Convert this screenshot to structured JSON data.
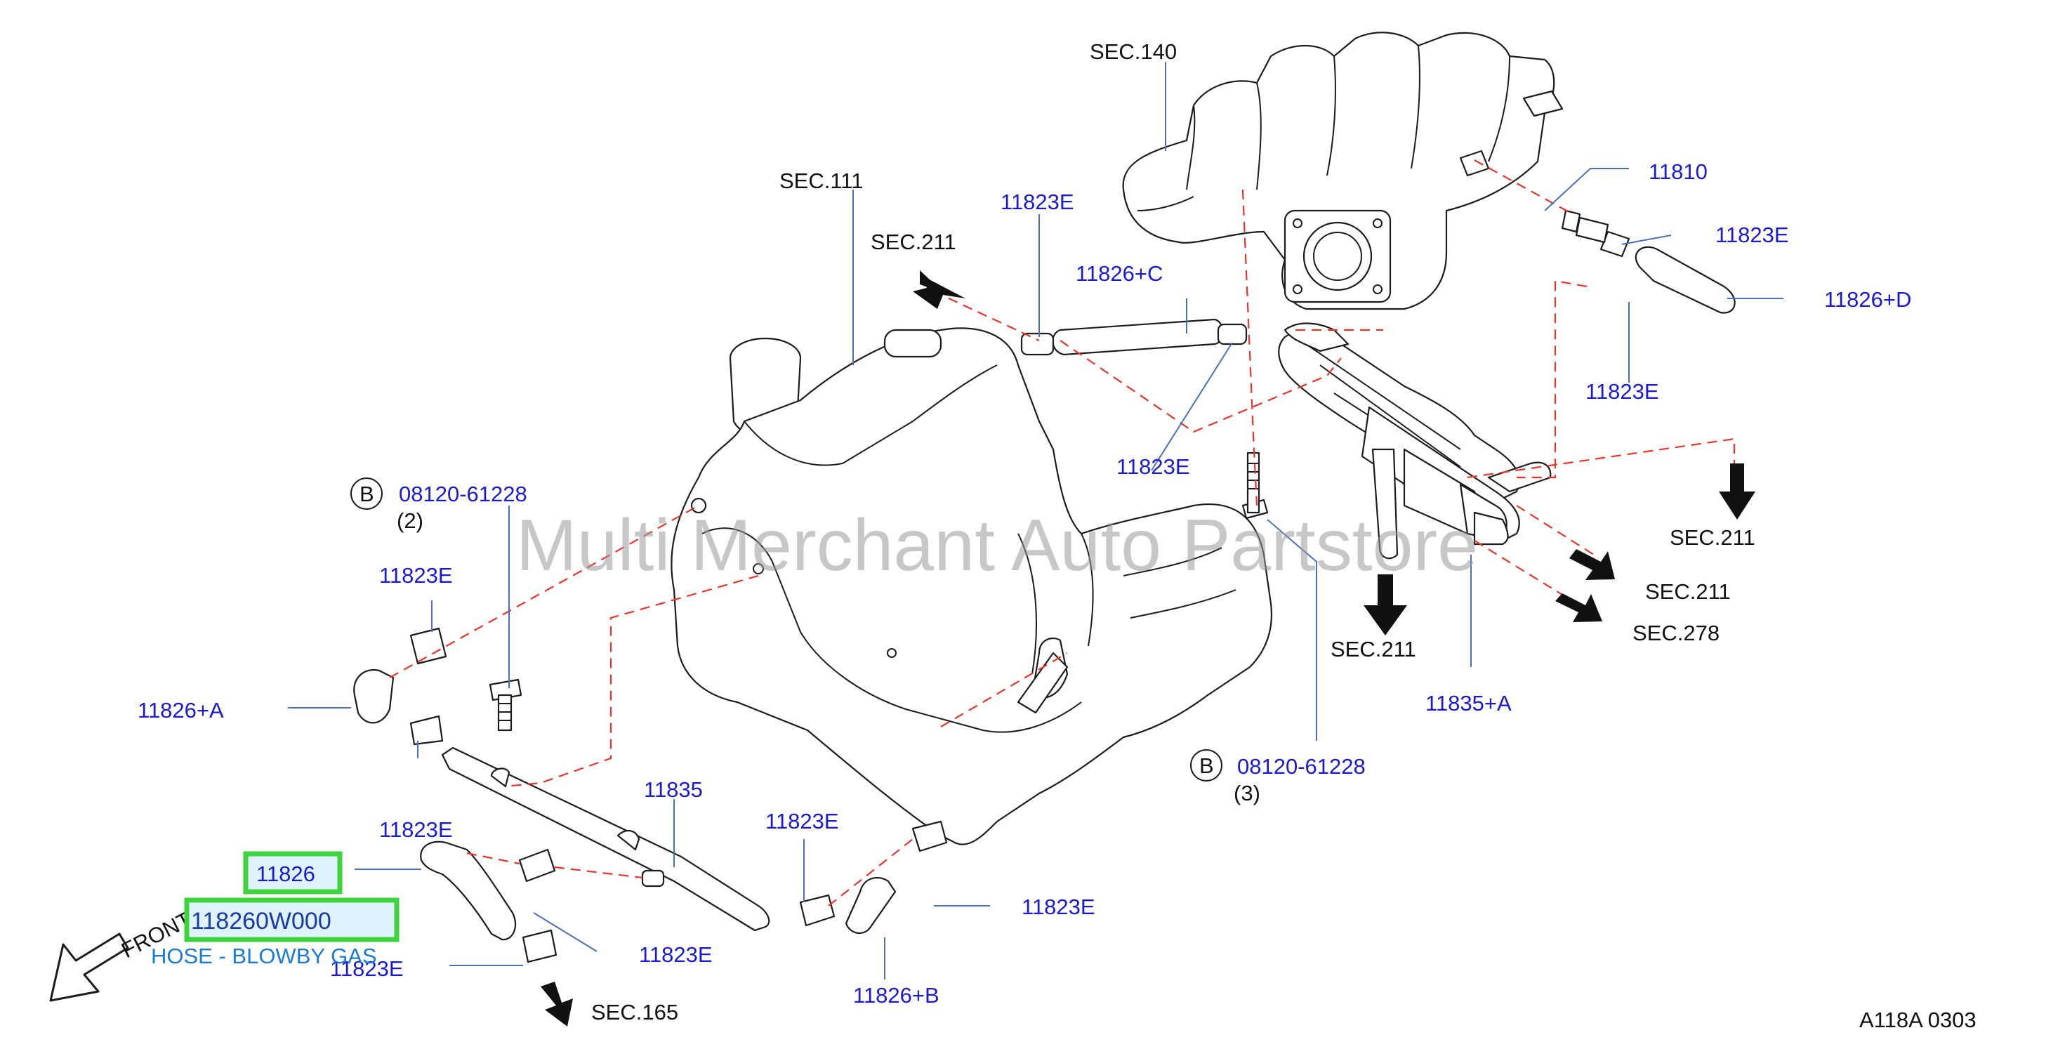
{
  "watermark": "Multi Merchant Auto Partstore",
  "sections": {
    "sec140": "SEC.140",
    "sec111": "SEC.111",
    "sec211_top": "SEC.211",
    "sec211_right1": "SEC.211",
    "sec211_right2": "SEC.211",
    "sec211_mid": "SEC.211",
    "sec278": "SEC.278",
    "sec165": "SEC.165"
  },
  "parts": {
    "p11810": "11810",
    "p11823E_r1": "11823E",
    "p11826D": "11826+D",
    "p11823E_r2": "11823E",
    "p11823E_top": "11823E",
    "p11826C": "11826+C",
    "p11823E_c": "11823E",
    "p08120_left": "08120-61228",
    "qty_left": "(2)",
    "p11823E_l1": "11823E",
    "p11826A": "11826+A",
    "p11823E_l2": "11823E",
    "p11826": "11826",
    "p11835": "11835",
    "p11823E_b1": "11823E",
    "p11823E_b2": "11823E",
    "p11823E_b3": "11823E",
    "p11823E_b4": "11823E",
    "p11826B": "11826+B",
    "p08120_right": "08120-61228",
    "qty_right": "(3)",
    "p11835A": "11835+A",
    "bolt_letter_left": "B",
    "bolt_letter_right": "B"
  },
  "highlight": {
    "part_number": "118260W000",
    "part_name": "HOSE - BLOWBY GAS"
  },
  "front_label": "FRONT",
  "diagram_code": "A118A   0303"
}
